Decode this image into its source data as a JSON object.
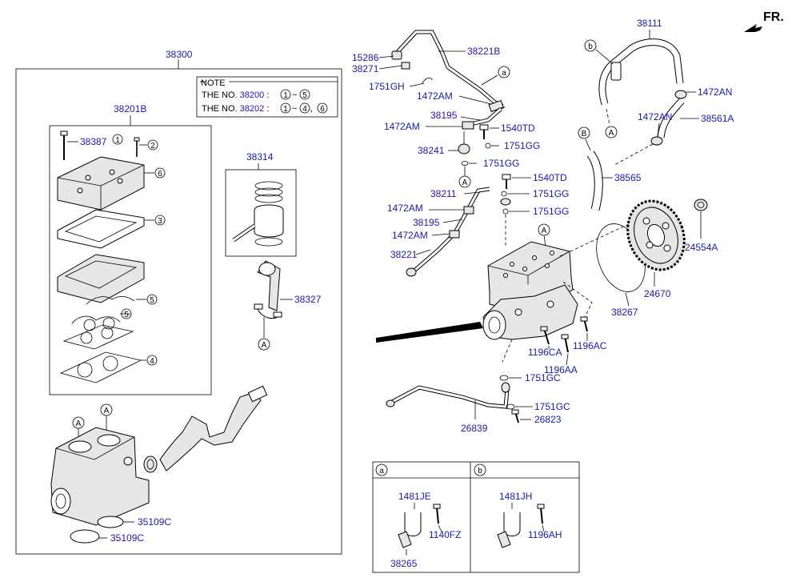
{
  "orientation": {
    "text": "FR."
  },
  "labels": {
    "l38300": "38300",
    "l38201B": "38201B",
    "l38387": "38387",
    "l38314": "38314",
    "l38327": "38327",
    "l35109C_a": "35109C",
    "l35109C_b": "35109C",
    "l15286": "15286",
    "l38271": "38271",
    "l38221B": "38221B",
    "l1751GH": "1751GH",
    "l1472AM_a": "1472AM",
    "l38195_a": "38195",
    "l1472AM_b": "1472AM",
    "l1540TD_a": "1540TD",
    "l38241": "38241",
    "l1751GG_a": "1751GG",
    "l1751GG_b": "1751GG",
    "l1540TD_b": "1540TD",
    "l38211": "38211",
    "l1751GG_c": "1751GG",
    "l1472AM_c": "1472AM",
    "l1751GG_d": "1751GG",
    "l38195_b": "38195",
    "l1472AM_d": "1472AM",
    "l38221": "38221",
    "l38111": "38111",
    "l1472AN_a": "1472AN",
    "l1472AN_b": "1472AN",
    "l38561A": "38561A",
    "l38565": "38565",
    "l24554A": "24554A",
    "l38267": "38267",
    "l24670": "24670",
    "l1196CA": "1196CA",
    "l1196AC": "1196AC",
    "l1196AA": "1196AA",
    "l1751GC_a": "1751GC",
    "l1751GC_b": "1751GC",
    "l26823": "26823",
    "l26839": "26839",
    "l1481JE": "1481JE",
    "l1140FZ": "1140FZ",
    "l38265": "38265",
    "l1481JH": "1481JH",
    "l1196AH": "1196AH"
  },
  "note": {
    "title": "NOTE",
    "line1_prefix": "THE NO. ",
    "line1_part": "38200",
    "line1_suffix": " : ",
    "line1_c1": "1",
    "line1_tilde": "~",
    "line1_c2": "5",
    "line2_prefix": "THE NO. ",
    "line2_part": "38202",
    "line2_suffix": " : ",
    "line2_c1": "1",
    "line2_tilde": "~",
    "line2_c2": "4",
    "line2_comma": ",",
    "line2_c3": "6"
  },
  "callouts": {
    "n1": "1",
    "n2": "2",
    "n6": "6",
    "n3": "3",
    "n5a": "5",
    "n5b": "5",
    "n4": "4",
    "A_conrod": "A",
    "A_lower1": "A",
    "A_lower2": "A",
    "a_pipe": "a",
    "A_pipe": "A",
    "b_hose": "b",
    "A_hose": "A",
    "B_hose": "B",
    "A_comp": "A"
  },
  "legend": {
    "a": "a",
    "b": "b"
  },
  "colors": {
    "label_blue": "#1a1aa8"
  }
}
